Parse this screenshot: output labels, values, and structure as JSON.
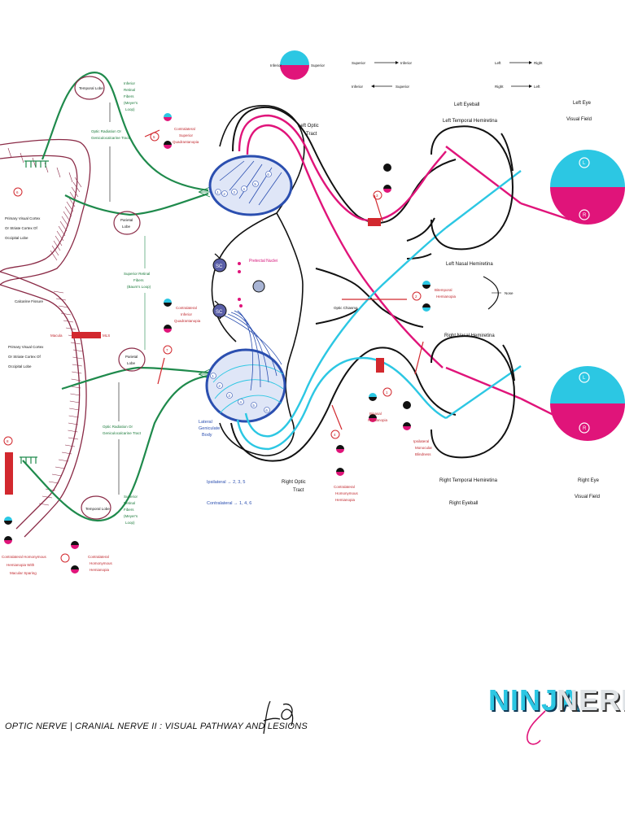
{
  "legend": {
    "inferior": "Inferior",
    "superior": "Superior",
    "sup_inf_1": "Superior",
    "sup_inf_2": "Inferior",
    "inf_sup_1": "Inferior",
    "inf_sup_2": "Superior",
    "lr_1": "Left",
    "lr_2": "Right",
    "rl_1": "Right",
    "rl_2": "Left"
  },
  "cortex": {
    "temporal_lobe_top": "Temporal Lobe",
    "inferior_fibers": [
      "Inferior",
      "Retinal",
      "Fibers",
      "(Meyer's",
      "Loop)"
    ],
    "optic_radiation_top": [
      "Optic Radiation Or",
      "Geniculocalcarine Tract"
    ],
    "parietal_lobe_top": [
      "Parietal",
      "Lobe"
    ],
    "primary_visual_cortex_top": [
      "Primary Visual Cortex",
      "Or Striate Cortex Of",
      "Occipital Lobe"
    ],
    "calcarine_fissure": "Calcarine Fissure",
    "primary_visual_cortex_bottom": [
      "Primary Visual Cortex",
      "Or Striate Cortex Of",
      "Occipital Lobe"
    ],
    "superior_fibers": [
      "Superior Retinal",
      "Fibers",
      "(Baum's Loop)"
    ],
    "parietal_lobe_bottom": [
      "Parietal",
      "Lobe"
    ],
    "optic_radiation_bottom": [
      "Optic Radiation Or",
      "Geniculocalcarine Tract"
    ],
    "temporal_lobe_bottom": "Temporal Lobe",
    "inferior_fibers_bottom": [
      "Superior",
      "Retinal",
      "Fibers",
      "(Meyer's",
      "Loop)"
    ],
    "macula": "Macula",
    "mls": "MLS"
  },
  "lesions": {
    "l6_num": "6",
    "l5_num": "5",
    "l4_num": "4",
    "l3_num": "3",
    "l2_num": "2",
    "l1_num": "1",
    "l7_num": "7",
    "l8_num": "8",
    "contra_sup_quad": [
      "Contralateral",
      "Superior",
      "Quadrantanopia"
    ],
    "contra_inf_quad": [
      "Contralateral",
      "Inferior",
      "Quadrantanopia"
    ],
    "contra_hom_hem": [
      "Contralateral",
      "Homonymous",
      "Hemianopia"
    ],
    "contra_hom_macula": [
      "Contralateral Homonymous",
      "Hemianopia With",
      "Macular Sparing"
    ],
    "bitemporal": [
      "Bitemporal",
      "Hemianopia"
    ],
    "binasal": [
      "Binasal",
      "Hemianopia"
    ],
    "ipsilateral_mono": [
      "Ipsilateral",
      "Monocular",
      "Blindness"
    ],
    "contra_hom_hem_2": [
      "Contralateral",
      "Homonymous",
      "Hemianopia"
    ]
  },
  "brainstem": {
    "pretectal_nuclei": "Pretectal Nuclei",
    "sc_top": "SC",
    "sc_bottom": "SC",
    "lgb": [
      "Lateral",
      "Geniculate",
      "Body"
    ],
    "ipsilateral": "Ipsilateral → 2, 3, 5",
    "contralateral": "Contralateral → 1, 4, 6",
    "layers_top": [
      "1",
      "2",
      "3",
      "4",
      "5",
      "6"
    ],
    "layers_bottom": [
      "1",
      "2",
      "3",
      "4",
      "5",
      "6"
    ]
  },
  "tracts": {
    "left_optic_tract": [
      "Left Optic",
      "Tract"
    ],
    "right_optic_tract": [
      "Right Optic",
      "Tract"
    ],
    "optic_chiasma": "Optic Chiasma",
    "nose": "Nose"
  },
  "eyes": {
    "left_eyeball": "Left Eyeball",
    "left_temporal": "Left Temporal Hemiretina",
    "left_nasal": "Left Nasal Hemiretina",
    "right_nasal": "Right Nasal Hemiretina",
    "right_temporal": "Right Temporal Hemiretina",
    "right_eyeball": "Right Eyeball",
    "left_field": [
      "Left Eye",
      "Visual Field"
    ],
    "right_field": [
      "Right Eye",
      "Visual Field"
    ],
    "field_l": "L",
    "field_r": "R"
  },
  "colors": {
    "cyan": "#2cc7e3",
    "magenta": "#e0147a",
    "green": "#1f8a4c",
    "maroon": "#8a2a46",
    "blue": "#2b4fb0",
    "red": "#d2282e"
  },
  "footer": {
    "title": "OPTIC NERVE | CRANIAL NERVE II : VISUAL PATHWAY AND LESIONS",
    "logo_1": "NINJA",
    "logo_2": "NERD"
  }
}
